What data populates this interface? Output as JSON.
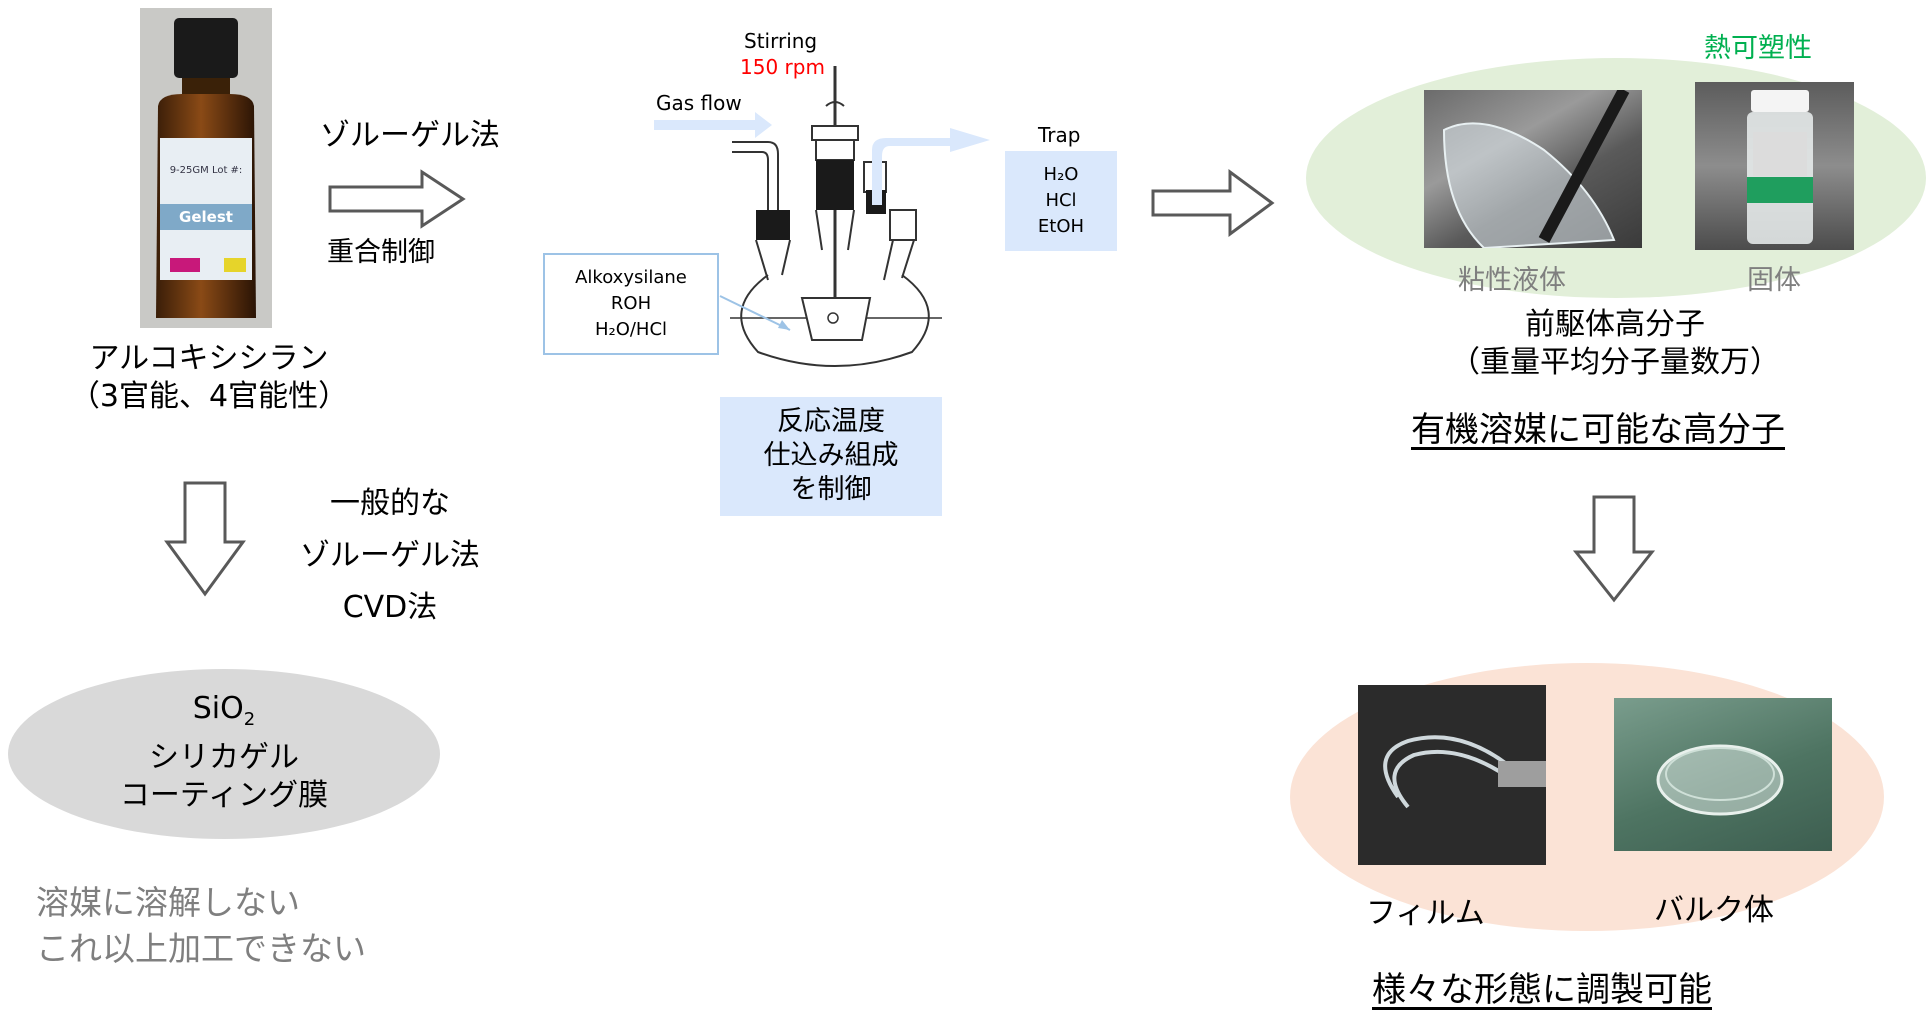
{
  "left": {
    "bottle": {
      "label_lines": [
        "Gelest",
        "9-25GM  Lot #:"
      ]
    },
    "title_line1": "アルコキシシラン",
    "title_line2": "（3官能、4官能性）",
    "sol_gel_label": "ゾルーゲル法",
    "polymer_control_label": "重合制御",
    "general_line1": "一般的な",
    "general_line2": "ゾルーゲル法",
    "general_line3": "CVD法",
    "sio2_prefix": "SiO",
    "sio2_sub": "2",
    "sio2_line2": "シリカゲル",
    "sio2_line3": "コーティング膜",
    "note_line1": "溶媒に溶解しない",
    "note_line2": "これ以上加工できない"
  },
  "apparatus": {
    "stirring": "Stirring",
    "rpm": "150 rpm",
    "gas_flow": "Gas flow",
    "trap_title": "Trap",
    "trap_h2o": "H₂O",
    "trap_hcl": "HCl",
    "trap_etoh": "EtOH",
    "reagent1": "Alkoxysilane",
    "reagent2": "ROH",
    "reagent3": "H₂O/HCl",
    "control_line1": "反応温度",
    "control_line2": "仕込み組成",
    "control_line3": "を制御"
  },
  "right": {
    "thermoplastic": "熱可塑性",
    "viscous_label": "粘性液体",
    "solid_label": "固体",
    "precursor_line1": "前駆体高分子",
    "precursor_line2": "（重量平均分子量数万）",
    "soluble_label": "有機溶媒に可能な高分子",
    "film_label": "フィルム",
    "bulk_label": "バルク体",
    "various_label": "様々な形態に調製可能"
  },
  "colors": {
    "red": "#ff0000",
    "green": "#00b050",
    "gray_text": "#7f7f7f",
    "light_blue": "#dae8fc"
  }
}
